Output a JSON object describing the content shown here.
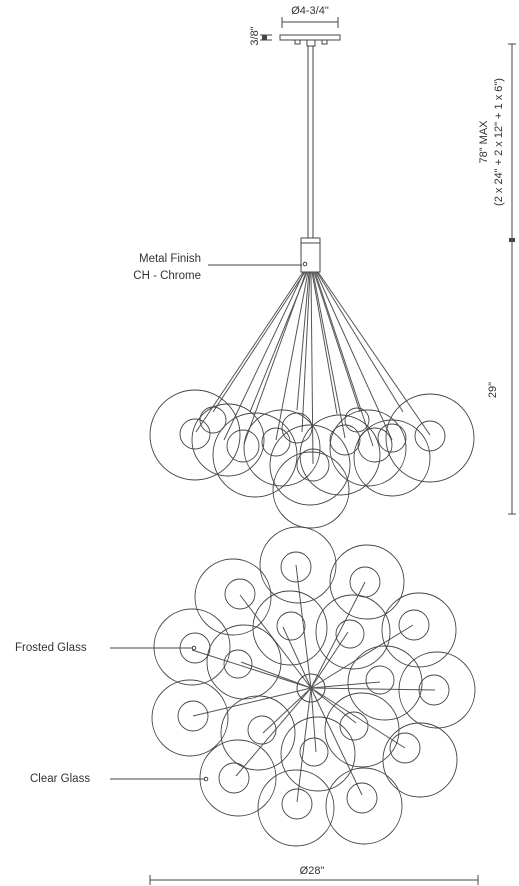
{
  "dimensions": {
    "canopy_diameter": "Ø4-3/4\"",
    "canopy_height": "3/8\"",
    "max_length": "78\" MAX",
    "rod_config": "(2 x 24\" + 2 x 12\" + 1 x 6\")",
    "fixture_height": "29\"",
    "fixture_diameter": "Ø28\""
  },
  "callouts": {
    "metal_finish_line1": "Metal Finish",
    "metal_finish_line2": "CH - Chrome",
    "frosted_glass": "Frosted Glass",
    "clear_glass": "Clear Glass"
  },
  "colors": {
    "line": "#444444",
    "background": "#ffffff"
  }
}
